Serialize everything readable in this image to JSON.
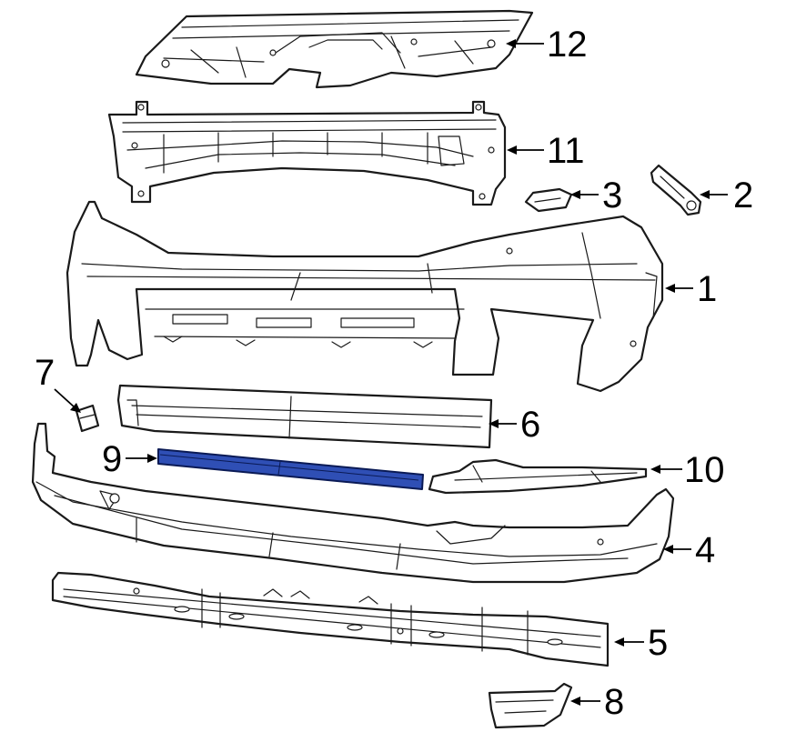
{
  "diagram": {
    "highlight_color": "#2f4fb5",
    "callouts": [
      {
        "id": "1",
        "label": "1"
      },
      {
        "id": "2",
        "label": "2"
      },
      {
        "id": "3",
        "label": "3"
      },
      {
        "id": "4",
        "label": "4"
      },
      {
        "id": "5",
        "label": "5"
      },
      {
        "id": "6",
        "label": "6"
      },
      {
        "id": "7",
        "label": "7"
      },
      {
        "id": "8",
        "label": "8"
      },
      {
        "id": "9",
        "label": "9"
      },
      {
        "id": "10",
        "label": "10"
      },
      {
        "id": "11",
        "label": "11"
      },
      {
        "id": "12",
        "label": "12"
      }
    ]
  }
}
